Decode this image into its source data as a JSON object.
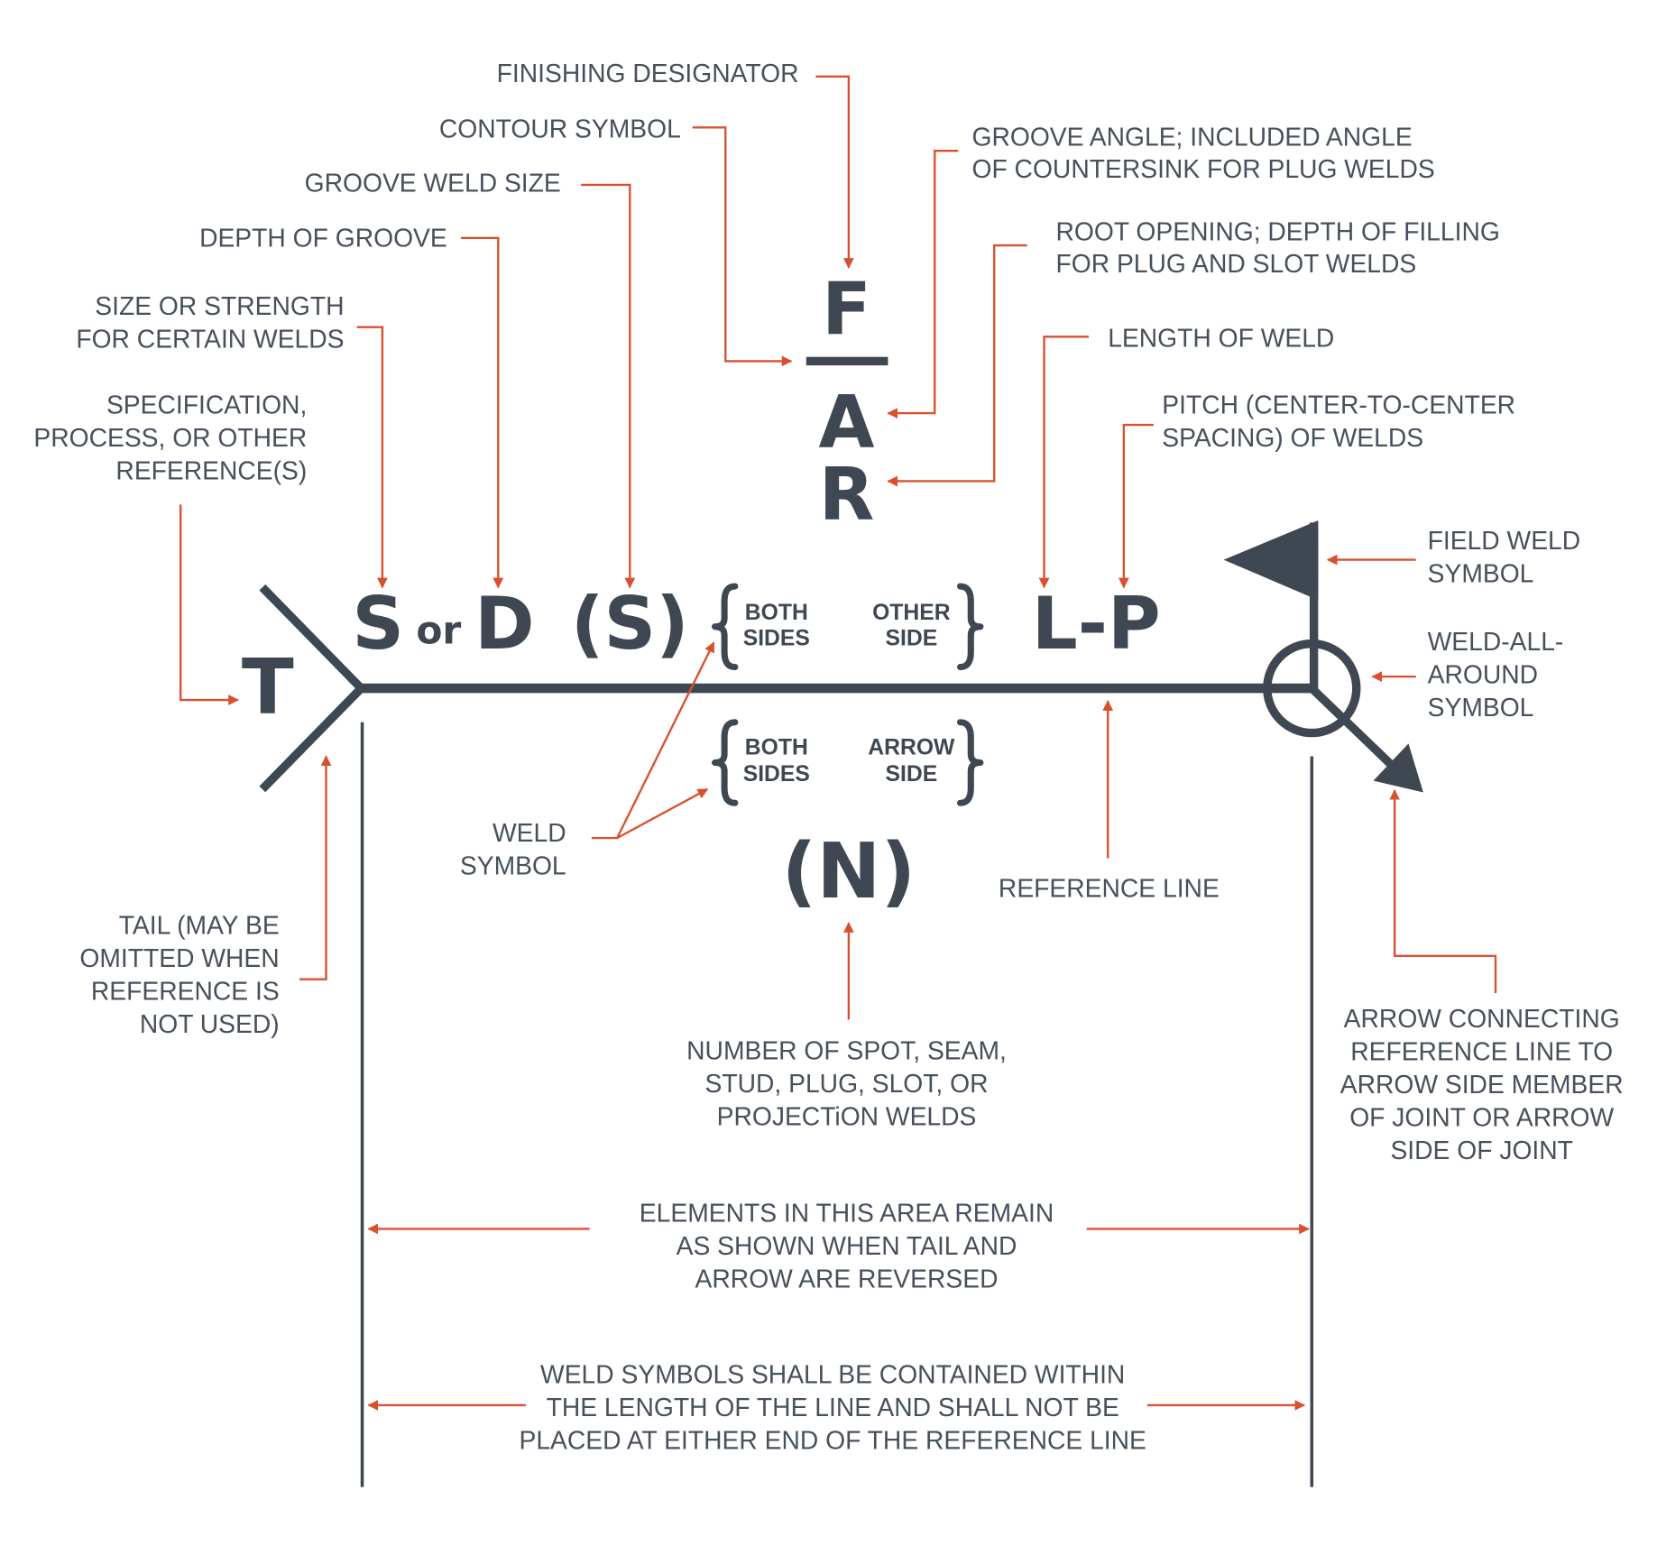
{
  "colors": {
    "ink": "#3f4852",
    "accent": "#d9502f",
    "text": "#47505c"
  },
  "symbol": {
    "tail": "T",
    "s": "S",
    "or": "or",
    "d": "D",
    "s_paren": "(S)",
    "f": "F",
    "a": "A",
    "r": "R",
    "lp": "L-P",
    "n": "(N)",
    "top_both_1": "BOTH",
    "top_both_2": "SIDES",
    "other_1": "OTHER",
    "other_2": "SIDE",
    "bot_both_1": "BOTH",
    "bot_both_2": "SIDES",
    "arrow_1": "ARROW",
    "arrow_2": "SIDE"
  },
  "labels": {
    "finishing": "FINISHING DESIGNATOR",
    "contour": "CONTOUR SYMBOL",
    "groove_size": "GROOVE WELD SIZE",
    "depth": "DEPTH OF GROOVE",
    "size": [
      "SIZE OR STRENGTH",
      "FOR CERTAIN WELDS"
    ],
    "spec": [
      "SPECIFICATION,",
      "PROCESS, OR OTHER",
      "REFERENCE(S)"
    ],
    "groove_angle": [
      "GROOVE ANGLE; INCLUDED ANGLE",
      "OF COUNTERSINK FOR PLUG WELDS"
    ],
    "root": [
      "ROOT OPENING; DEPTH OF FILLING",
      "FOR PLUG AND SLOT WELDS"
    ],
    "length": "LENGTH OF WELD",
    "pitch": [
      "PITCH (CENTER-TO-CENTER",
      "SPACING) OF WELDS"
    ],
    "field": [
      "FIELD WELD",
      "SYMBOL"
    ],
    "all_around": [
      "WELD-ALL-",
      "AROUND",
      "SYMBOL"
    ],
    "weld_symbol": [
      "WELD",
      "SYMBOL"
    ],
    "reference_line": "REFERENCE LINE",
    "tail": [
      "TAIL (MAY BE",
      "OMITTED WHEN",
      "REFERENCE IS",
      "NOT USED)"
    ],
    "number": [
      "NUMBER OF SPOT, SEAM,",
      "STUD, PLUG, SLOT, OR",
      "PROJECTiON WELDS"
    ],
    "arrow": [
      "ARROW CONNECTING",
      "REFERENCE LINE TO",
      "ARROW SIDE MEMBER",
      "OF JOINT OR ARROW",
      "SIDE OF JOINT"
    ],
    "elements": [
      "ELEMENTS IN THIS AREA REMAIN",
      "AS SHOWN WHEN TAIL AND",
      "ARROW ARE REVERSED"
    ],
    "contained": [
      "WELD SYMBOLS SHALL BE CONTAINED WITHIN",
      "THE LENGTH OF THE LINE AND SHALL NOT BE",
      "PLACED AT EITHER END OF THE REFERENCE LINE"
    ]
  }
}
